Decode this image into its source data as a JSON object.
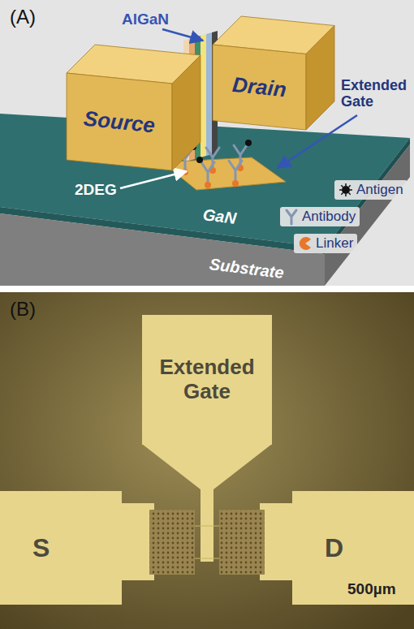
{
  "diagram": {
    "nodes": [
      {
        "text": [
          "Source"
        ]
      },
      {
        "text": [
          "Drain"
        ]
      },
      {
        "text": [
          "Extended Gate"
        ]
      },
      {
        "text": [
          "S"
        ]
      },
      {
        "text": [
          "D"
        ]
      }
    ],
    "labels": [
      "(A)",
      "AlGaN",
      "Extended Gate",
      "2DEG",
      "GaN",
      "Substrate",
      "(B)",
      "500µm"
    ],
    "legend": [
      {
        "text": "Antigen"
      },
      {
        "text": "Antibody"
      },
      {
        "text": "Linker"
      }
    ]
  }
}
